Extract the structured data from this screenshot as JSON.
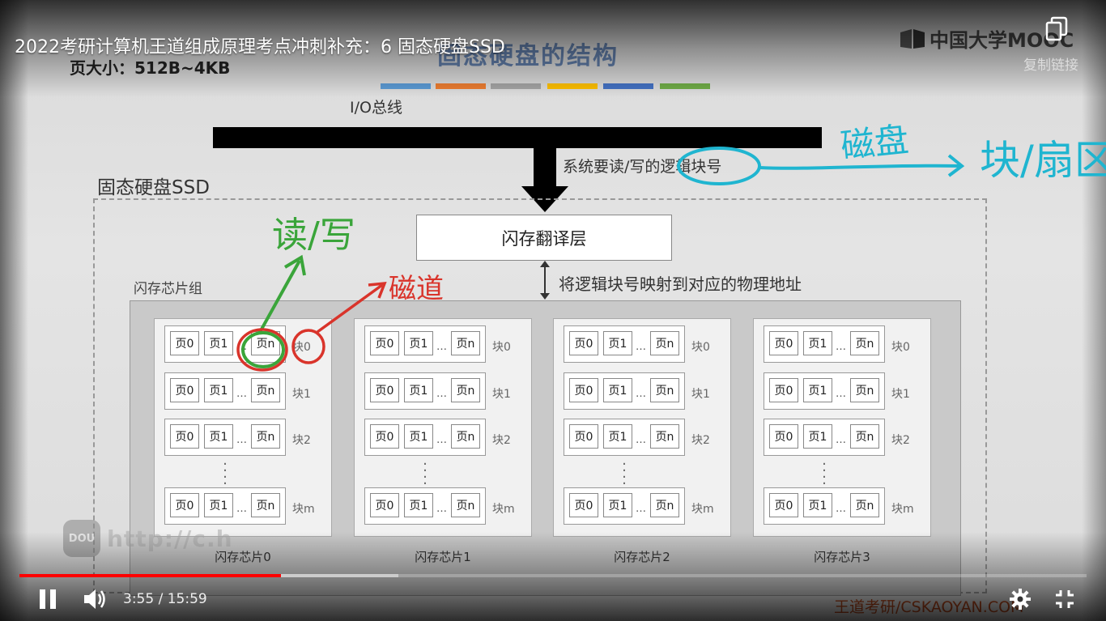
{
  "video": {
    "title": "2022考研计算机王道组成原理考点冲刺补充：6 固态硬盘SSD",
    "copy_link_label": "复制链接",
    "brand_logo_text": "中国大学MOOC",
    "watermark_text": "http://c.h",
    "watermark_logo": "DOU",
    "channel_brand": "王道考研/CSKAOYAN.COM",
    "current_time": "3:55",
    "duration": "15:59",
    "time_display": "3:55 / 15:59",
    "played_fraction": 0.245,
    "buffered_fraction": 0.355
  },
  "slide": {
    "title": "固态硬盘的结构",
    "page_size": "页大小：512B~4KB",
    "io_bus_label": "I/O总线",
    "system_label": "系统要读/写的逻辑块号",
    "ssd_label": "固态硬盘SSD",
    "ftl_label": "闪存翻译层",
    "map_label": "将逻辑块号映射到对应的物理地址",
    "chip_group_label": "闪存芯片组",
    "color_strip": [
      "#5b9bd5",
      "#ed7d31",
      "#a5a5a5",
      "#ffc000",
      "#4472c4",
      "#70ad47"
    ],
    "page_labels": [
      "页0",
      "页1",
      "页n"
    ],
    "ellipsis": "…",
    "block_labels": [
      "块0",
      "块1",
      "块2",
      "块m"
    ],
    "chips": [
      {
        "label": "闪存芯片0"
      },
      {
        "label": "闪存芯片1"
      },
      {
        "label": "闪存芯片2"
      },
      {
        "label": "闪存芯片3"
      }
    ]
  },
  "annotations": {
    "cyan_note_1": "磁盘",
    "cyan_note_2": "块/扇区",
    "green_note": "读/写",
    "red_note": "磁道",
    "colors": {
      "cyan": "#1fb5d0",
      "green": "#3aa53a",
      "red": "#d9342b"
    }
  },
  "controls": {
    "pause_icon": "pause-icon",
    "volume_icon": "volume-icon",
    "settings_icon": "gear-icon",
    "exit_fullscreen_icon": "exit-fullscreen-icon",
    "copy_icon": "copy-icon"
  }
}
